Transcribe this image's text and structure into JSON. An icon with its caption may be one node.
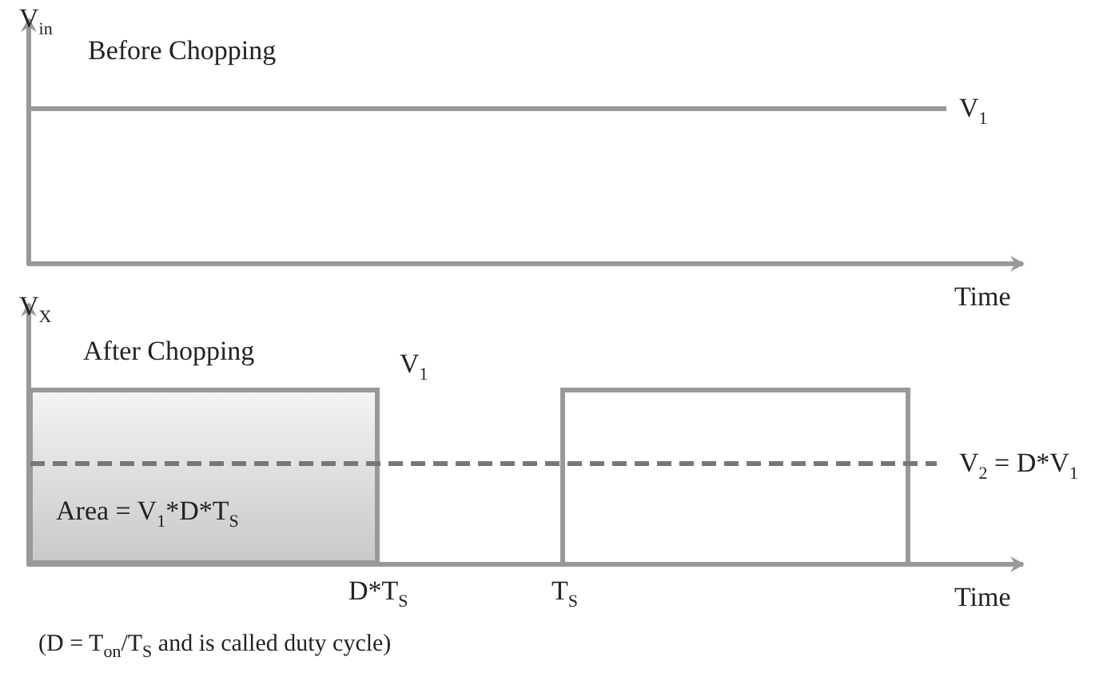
{
  "diagram": {
    "labels": [
      "V$_{in}$",
      "Before Chopping",
      "V$_{1}$",
      "Time",
      "V$_{X}$",
      "After Chopping",
      "V$_{1}$",
      "V$_{2}$ = D*V$_{1}$",
      "Area = V$_{1}$*D*T$_{S}$",
      "D*T$_{S}$",
      "T$_{S}$",
      "Time",
      "(D = T$_{on}$/T$_{S}$ and is called duty cycle)"
    ]
  }
}
